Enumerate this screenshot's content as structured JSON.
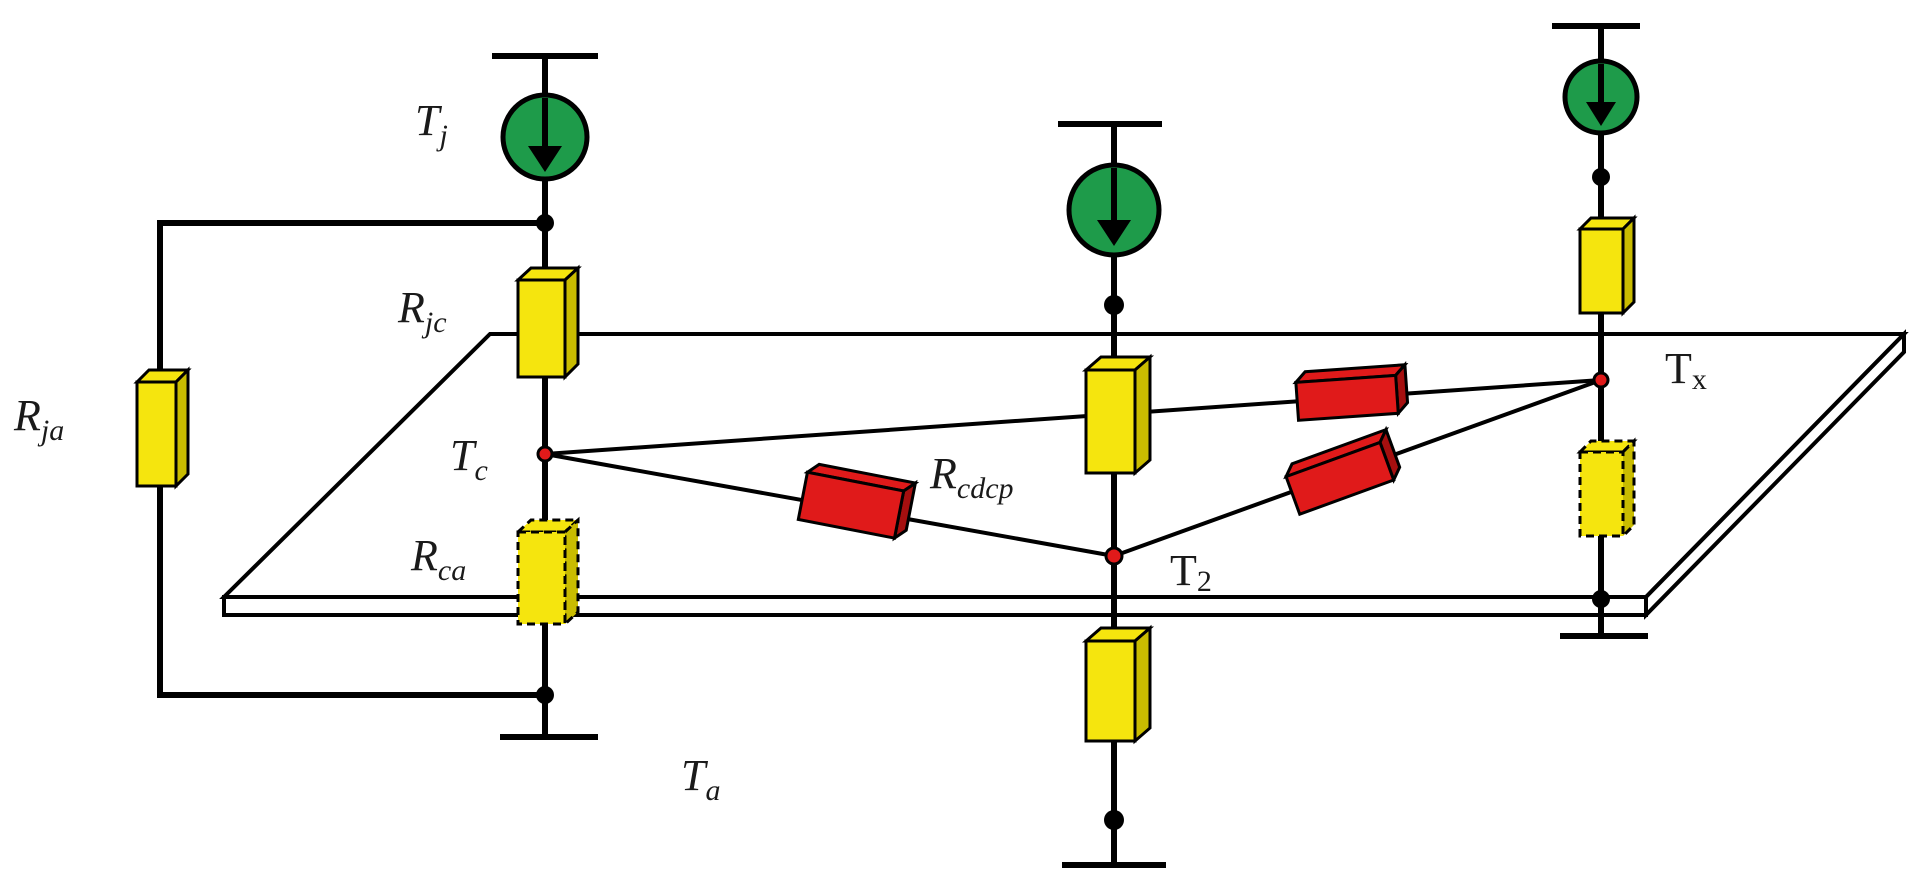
{
  "labels": {
    "tj": {
      "main": "T",
      "sub": "j"
    },
    "rjc": {
      "main": "R",
      "sub": "jc"
    },
    "rja": {
      "main": "R",
      "sub": "ja"
    },
    "tc": {
      "main": "T",
      "sub": "c"
    },
    "rca": {
      "main": "R",
      "sub": "ca"
    },
    "ta": {
      "main": "T",
      "sub": "a"
    },
    "rcdcp": {
      "main": "R",
      "sub": "cdcp"
    },
    "t2": {
      "main": "T",
      "sub": "2"
    },
    "tx": {
      "main": "T",
      "sub": "x"
    }
  },
  "colors": {
    "source": "#1e9b4a",
    "resistor": "#f5e50e",
    "resistor_side": "#c9bc00",
    "link_resistor": "#e01a1a",
    "link_resistor_side": "#a50f0f",
    "node_dot": "#000000",
    "plate_node": "#e01a1a",
    "wire": "#000000"
  },
  "icons": {
    "source": "current-source-down-arrow-icon",
    "ground": "terminal-bar-icon"
  }
}
